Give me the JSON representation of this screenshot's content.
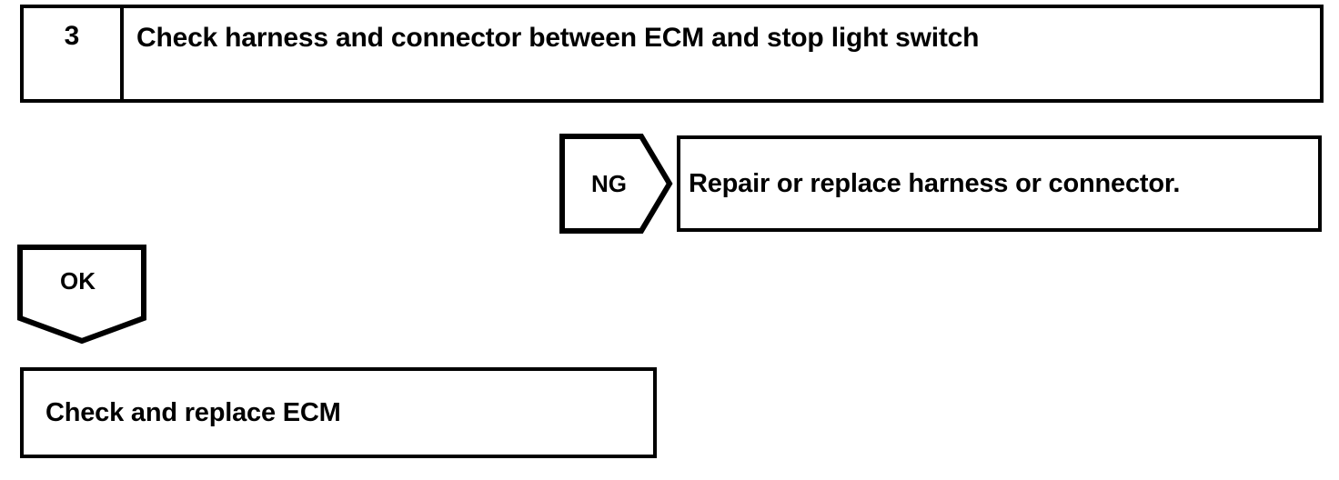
{
  "diagram": {
    "type": "troubleshooting-flowchart",
    "ink_color": "#000000",
    "background_color": "#ffffff",
    "step": {
      "number": "3",
      "instruction": "Check harness and connector between ECM and stop light switch"
    },
    "branches": [
      {
        "judgement": "NG",
        "judgement_icon": "pentagon-arrow-right-icon",
        "action": "Repair or replace harness or connector."
      },
      {
        "judgement": "OK",
        "judgement_icon": "pentagon-arrow-down-icon",
        "action": "Check and replace ECM"
      }
    ]
  }
}
